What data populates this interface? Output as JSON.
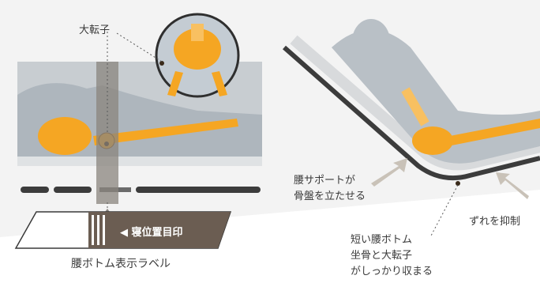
{
  "left_panel": {
    "trochanter_label": "大転子",
    "bed_label_text": "◀ 寝位置目印",
    "caption": "腰ボトム表示ラベル"
  },
  "right_panel": {
    "support_label_line1": "腰サポートが",
    "support_label_line2": "骨盤を立たせる",
    "slip_label": "ずれを抑制",
    "short_bottom_line1": "短い腰ボトム",
    "short_bottom_line2": "坐骨と大転子",
    "short_bottom_line3": "がしっかり収まる"
  },
  "colors": {
    "bone": "#f5a623",
    "body_gray": "#b9c0c6",
    "frame": "#3c3c3c",
    "arrow": "#c9c2b8",
    "label_tag": "#6b5d52",
    "band": "#8a847e"
  }
}
